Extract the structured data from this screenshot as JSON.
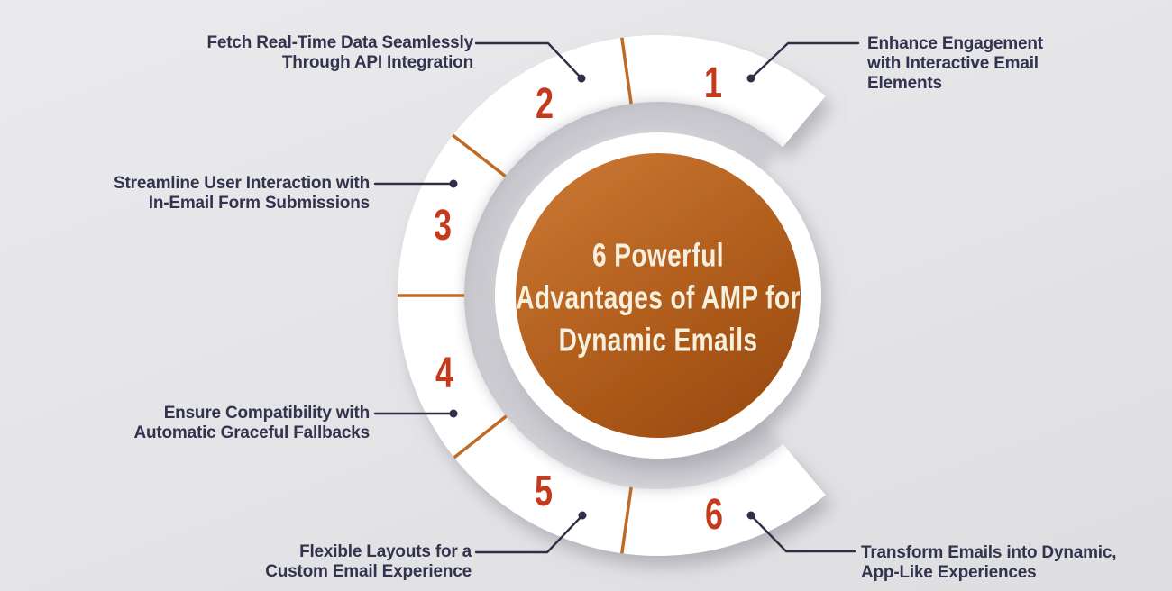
{
  "title": {
    "lines": [
      "6 Powerful",
      "Advantages of AMP for",
      "Dynamic Emails"
    ]
  },
  "items": [
    {
      "number": "1",
      "lines": [
        "Enhance Engagement",
        "with Interactive Email",
        "Elements"
      ]
    },
    {
      "number": "2",
      "lines": [
        "Fetch Real-Time Data Seamlessly",
        "Through API Integration"
      ]
    },
    {
      "number": "3",
      "lines": [
        "Streamline User Interaction with",
        "In-Email Form Submissions"
      ]
    },
    {
      "number": "4",
      "lines": [
        "Ensure Compatibility with",
        "Automatic Graceful Fallbacks"
      ]
    },
    {
      "number": "5",
      "lines": [
        "Flexible Layouts for a",
        "Custom Email Experience"
      ]
    },
    {
      "number": "6",
      "lines": [
        "Transform Emails into Dynamic,",
        "App-Like Experiences"
      ]
    }
  ],
  "colors": {
    "background": "#E5E5E7",
    "ring_white": "#FFFFFF",
    "divider_orange": "#C06A24",
    "number_red": "#C43A1D",
    "label_navy": "#32334E",
    "connector_navy": "#2E2F47",
    "center_gradient_start": "#C97733",
    "center_gradient_end": "#9A4A0E",
    "center_text_cream": "#F7F0DE"
  }
}
